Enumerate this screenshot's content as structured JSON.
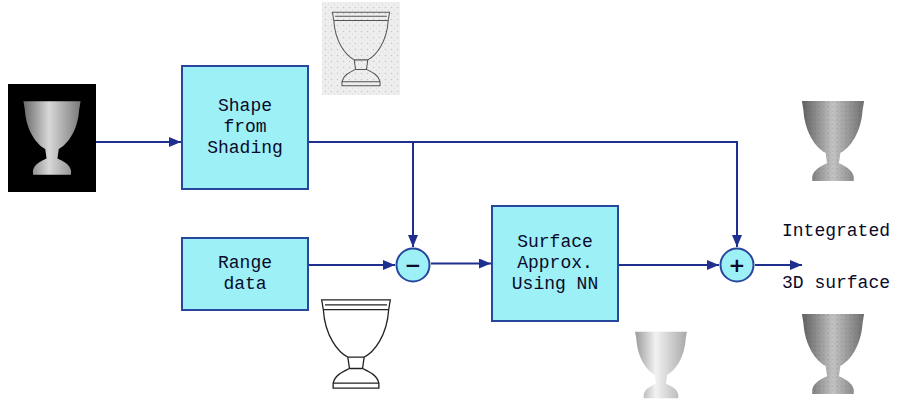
{
  "diagram": {
    "nodes": [
      {
        "text": [
          "Shape from Shading"
        ]
      },
      {
        "text": [
          "Range data"
        ]
      },
      {
        "text": [
          "−"
        ]
      },
      {
        "text": [
          "Surface Approx. Using NN"
        ]
      },
      {
        "text": [
          "+"
        ]
      }
    ],
    "edges": [
      {
        "from": 0,
        "to": 2,
        "arrow": "to"
      },
      {
        "from": 0,
        "to": 4,
        "arrow": "to"
      },
      {
        "from": 1,
        "to": 2,
        "arrow": "to"
      },
      {
        "from": 2,
        "to": 3,
        "arrow": "to"
      },
      {
        "from": 3,
        "to": 4,
        "arrow": "to"
      }
    ],
    "labels": [
      "Integrated",
      "3D surface"
    ]
  }
}
